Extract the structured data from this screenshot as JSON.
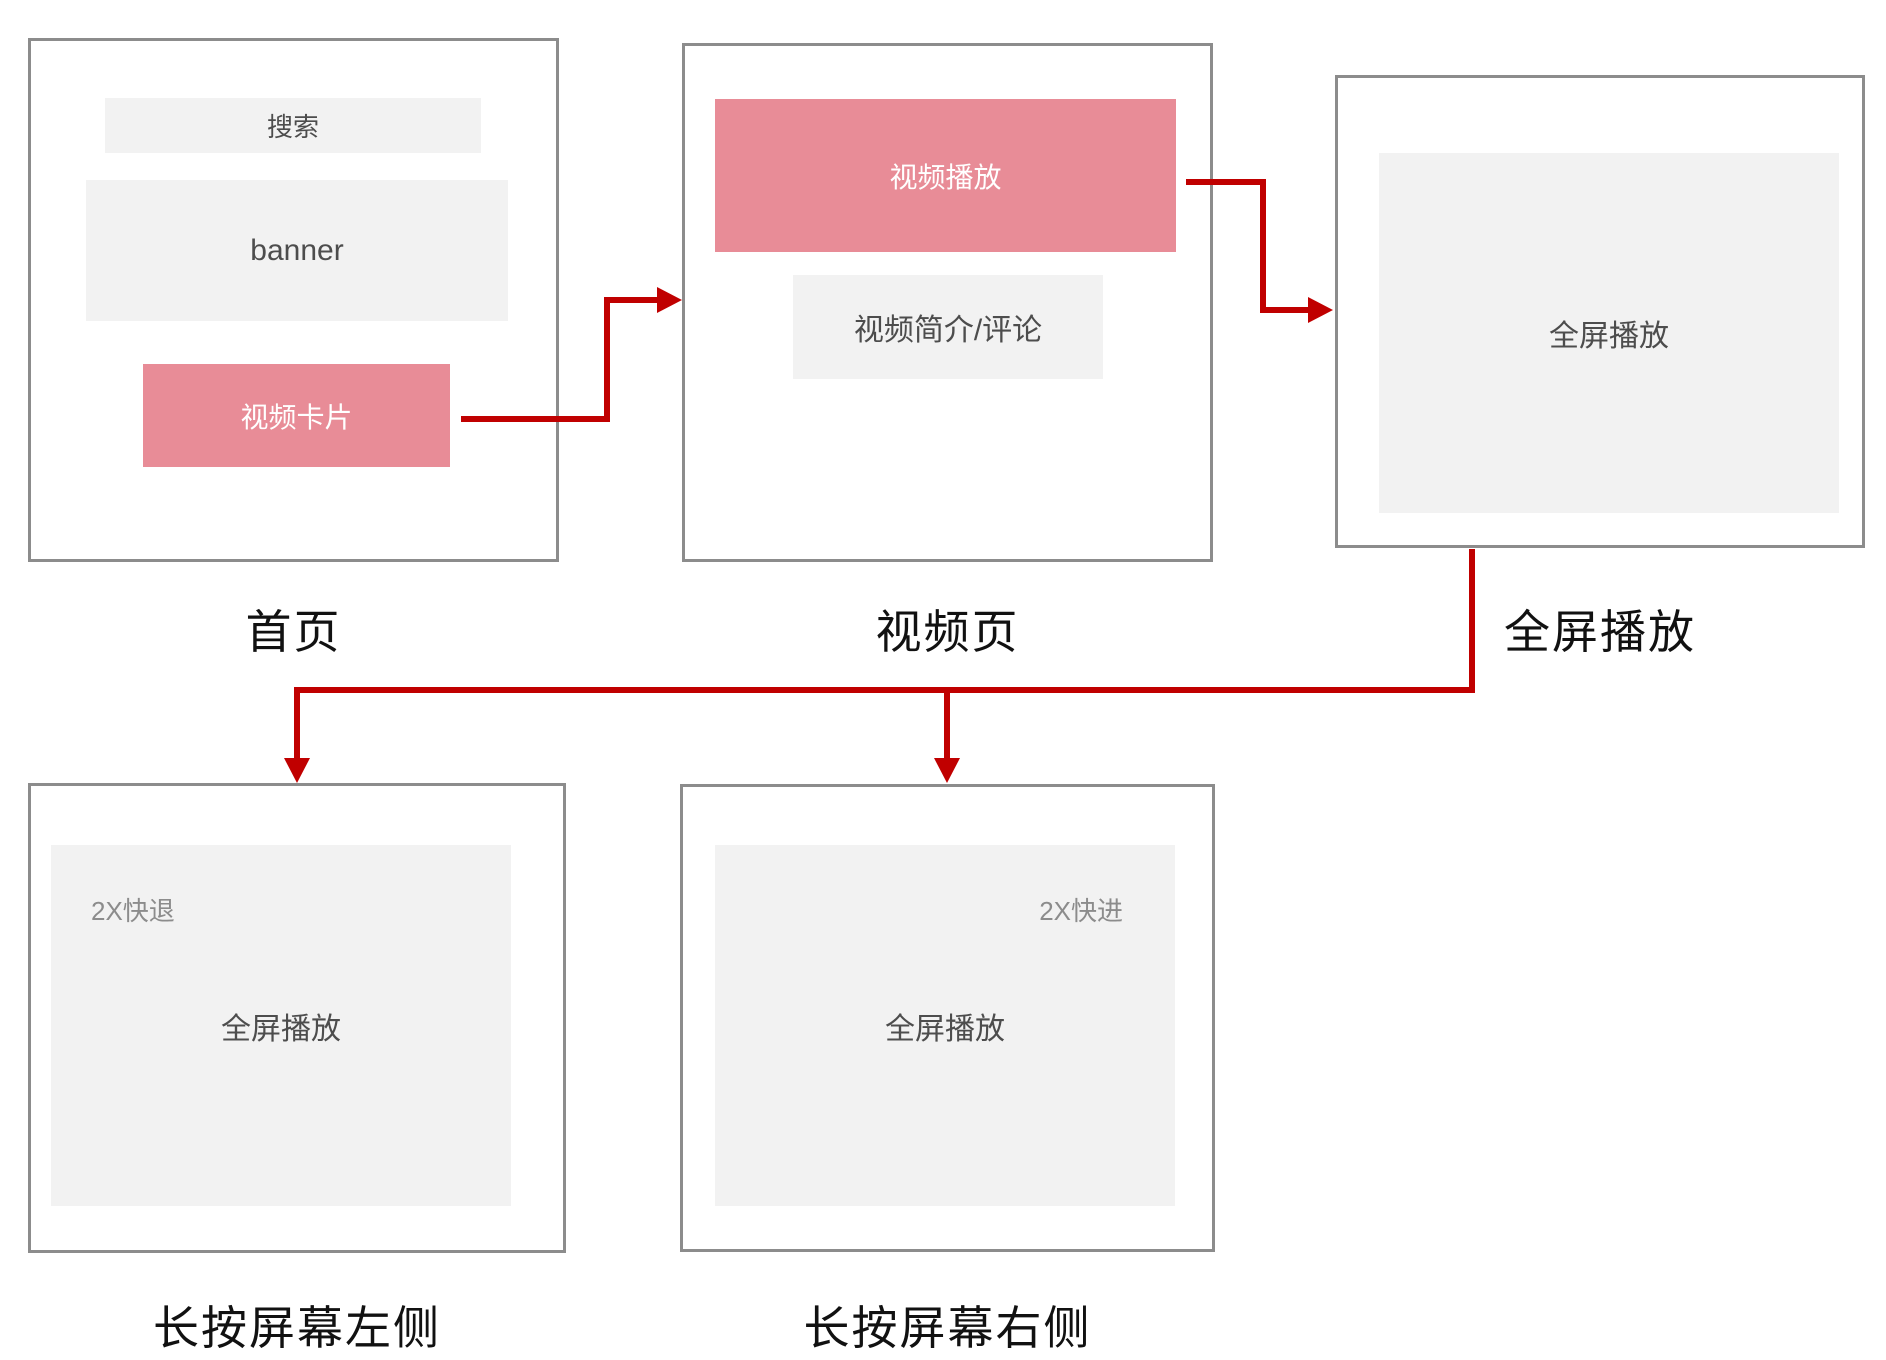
{
  "diagram": {
    "colors": {
      "accent_pink": "#e88c97",
      "arrow_red": "#c00000",
      "panel_fill": "#f2f2f2",
      "frame_border": "#8c8c8c",
      "panel_text": "#4d4d4d",
      "hint_text": "#8c8c8c",
      "caption_text": "#111111"
    },
    "screens": {
      "home": {
        "caption": "首页",
        "search_label": "搜索",
        "banner_label": "banner",
        "video_card_label": "视频卡片"
      },
      "video_page": {
        "caption": "视频页",
        "player_label": "视频播放",
        "info_label": "视频简介/评论"
      },
      "fullscreen": {
        "caption": "全屏播放",
        "player_label": "全屏播放"
      },
      "press_left": {
        "caption": "长按屏幕左侧",
        "hint_label": "2X快退",
        "player_label": "全屏播放"
      },
      "press_right": {
        "caption": "长按屏幕右侧",
        "hint_label": "2X快进",
        "player_label": "全屏播放"
      }
    }
  }
}
